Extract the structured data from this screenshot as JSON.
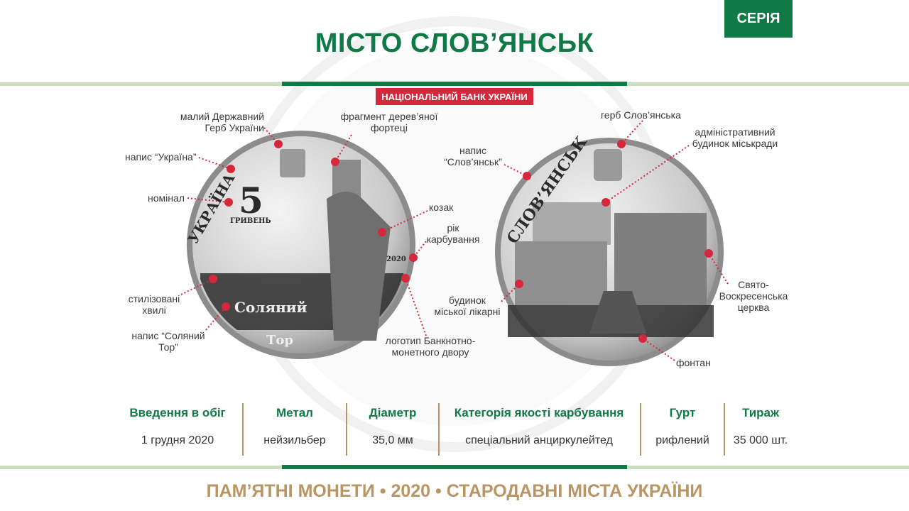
{
  "header": {
    "title": "МІСТО СЛОВ’ЯНСЬК",
    "series_label": "СЕРІЯ",
    "issuer": "НАЦІОНАЛЬНИЙ БАНК УКРАЇНИ"
  },
  "obverse": {
    "coin_text": {
      "country": "УКРАЇНА",
      "denomination": "5",
      "currency": "ГРИВЕНЬ",
      "year": "2020",
      "inscription_1": "Соляний",
      "inscription_2": "Тор"
    },
    "callouts": [
      {
        "line1": "малий Державний",
        "line2": "Герб України"
      },
      {
        "line1": "фрагмент дерев’яної",
        "line2": "фортеці"
      },
      {
        "line1": "напис “Україна”",
        "line2": ""
      },
      {
        "line1": "номінал",
        "line2": ""
      },
      {
        "line1": "козак",
        "line2": ""
      },
      {
        "line1": "рік",
        "line2": "карбування"
      },
      {
        "line1": "стилізовані",
        "line2": "хвилі"
      },
      {
        "line1": "напис  “Соляний",
        "line2": "Тор”"
      },
      {
        "line1": "логотип Банкнотно-",
        "line2": "монетного двору"
      }
    ]
  },
  "reverse": {
    "coin_text": {
      "city": "СЛОВ’ЯНСЬК"
    },
    "callouts": [
      {
        "line1": "напис",
        "line2": "“Слов’янськ”"
      },
      {
        "line1": "герб Слов’янська",
        "line2": ""
      },
      {
        "line1": "адміністративний",
        "line2": "будинок міськради"
      },
      {
        "line1": "Свято-",
        "line2": "Воскресенська",
        "line3": "церква"
      },
      {
        "line1": "будинок",
        "line2": "міської лікарні"
      },
      {
        "line1": "фонтан",
        "line2": ""
      }
    ]
  },
  "specs": [
    {
      "label": "Введення в обіг",
      "value": "1 грудня 2020"
    },
    {
      "label": "Метал",
      "value": "нейзильбер"
    },
    {
      "label": "Діаметр",
      "value": "35,0 мм"
    },
    {
      "label": "Категорія якості карбування",
      "value": "спеціальний анциркулейтед"
    },
    {
      "label": "Гурт",
      "value": "рифлений"
    },
    {
      "label": "Тираж",
      "value": "35 000 шт."
    }
  ],
  "footer": "ПАМ’ЯТНІ МОНЕТИ • 2020 • СТАРОДАВНІ МІСТА УКРАЇНИ",
  "colors": {
    "green": "#0f7a45",
    "light_green": "#c9dfbb",
    "red": "#d5283c",
    "gold": "#b89562"
  }
}
